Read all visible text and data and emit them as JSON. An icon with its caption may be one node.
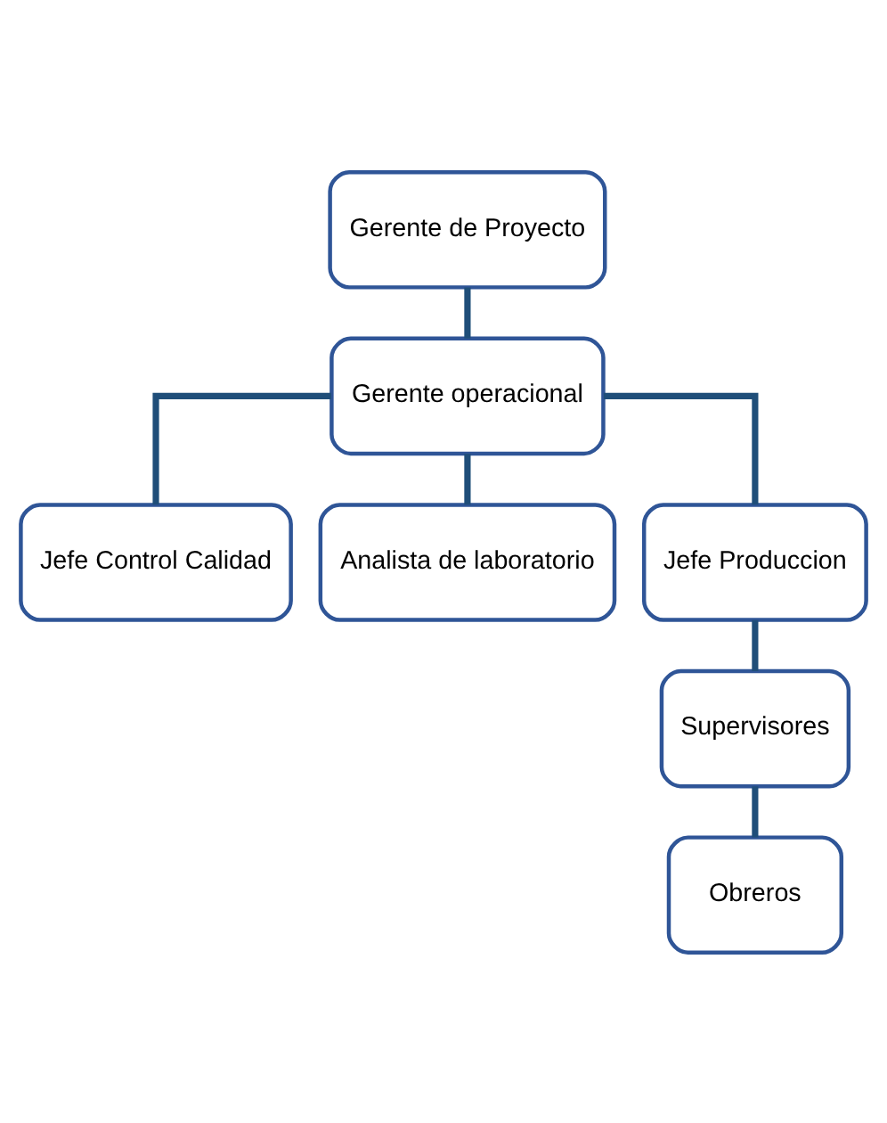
{
  "diagram": {
    "nodes": [
      {
        "text": [
          "Gerente de Proyecto"
        ]
      },
      {
        "text": [
          "Gerente operacional"
        ]
      },
      {
        "text": [
          "Jefe Control Calidad"
        ]
      },
      {
        "text": [
          "Analista de laboratorio"
        ]
      },
      {
        "text": [
          "Jefe Produccion"
        ]
      },
      {
        "text": [
          "Supervisores"
        ]
      },
      {
        "text": [
          "Obreros"
        ]
      }
    ],
    "edges": [
      {
        "from": 0,
        "to": 1,
        "arrow": "none"
      },
      {
        "from": 1,
        "to": 2,
        "arrow": "none"
      },
      {
        "from": 1,
        "to": 3,
        "arrow": "none"
      },
      {
        "from": 1,
        "to": 4,
        "arrow": "none"
      },
      {
        "from": 4,
        "to": 5,
        "arrow": "none"
      },
      {
        "from": 5,
        "to": 6,
        "arrow": "none"
      }
    ]
  }
}
